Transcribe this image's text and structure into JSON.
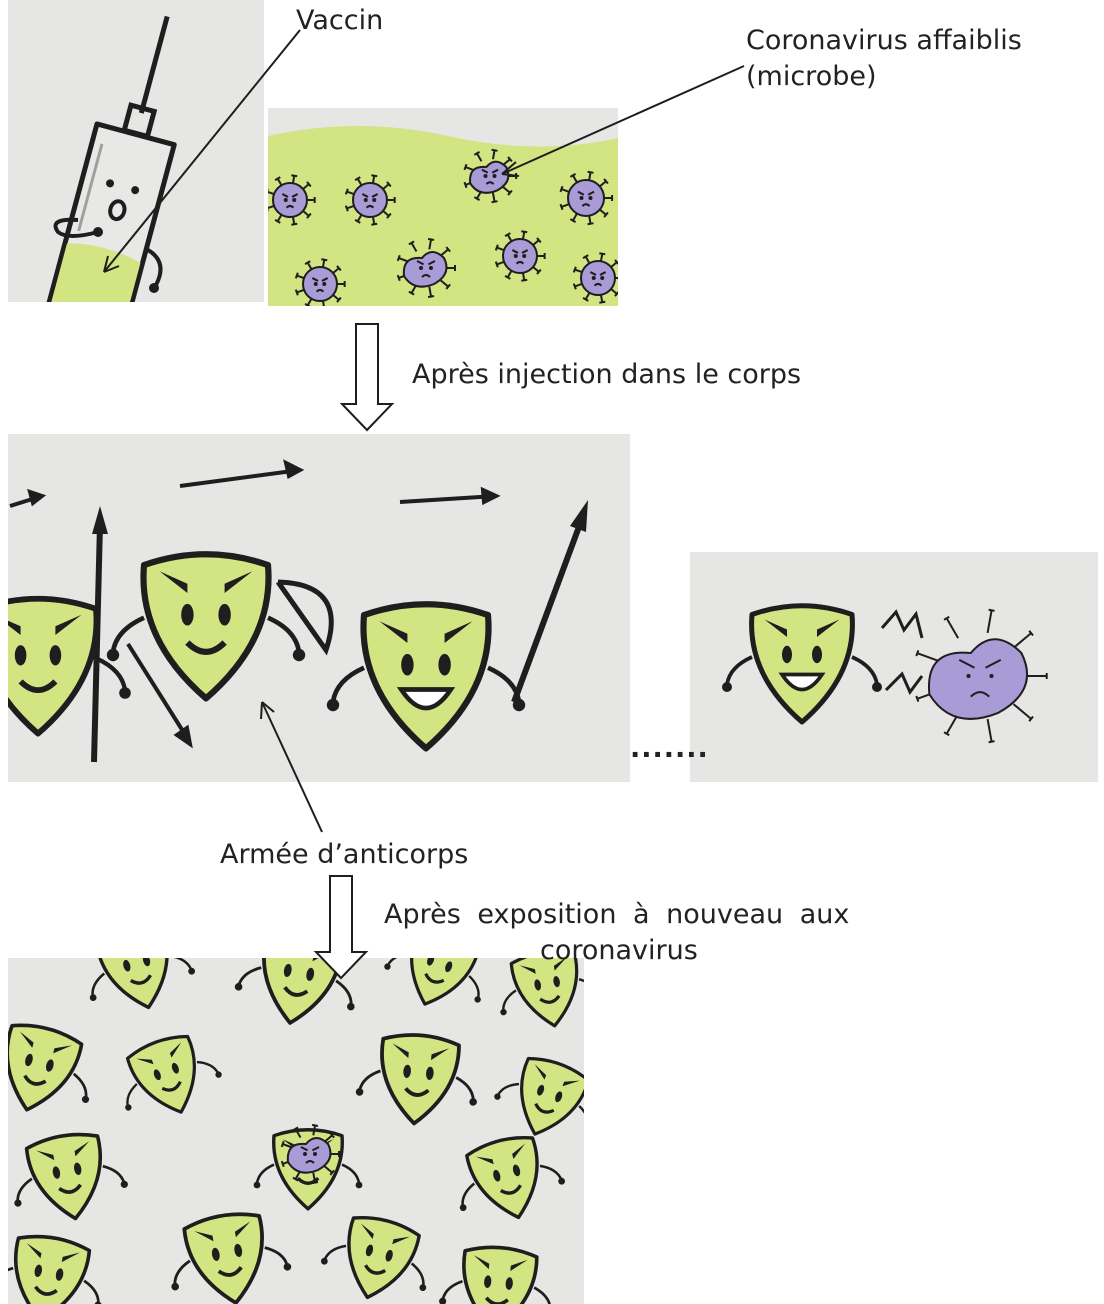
{
  "labels": {
    "vaccine": "Vaccin",
    "virus_line1": "Coronavirus affaiblis",
    "virus_line2": "(microbe)",
    "injection": "Après injection dans le corps",
    "army": "Armée d’anticorps",
    "exposure_line1": "Après exposition à nouveau aux",
    "exposure_line2": "coronavirus",
    "ellipsis": "......."
  },
  "colors": {
    "paper": "#e6e6e4",
    "antibody": "#d3e483",
    "virus": "#a99bd6",
    "ink": "#1e1e1e"
  },
  "icons": [
    "syringe-icon",
    "virus-icon",
    "antibody-shield-icon",
    "arrow-icon",
    "spear-icon",
    "bow-icon"
  ]
}
